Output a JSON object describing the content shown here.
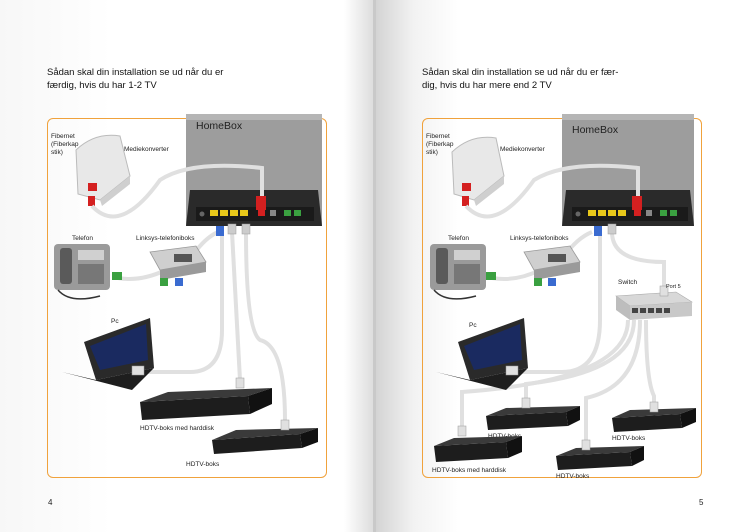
{
  "left_page": {
    "heading_line1": "Sådan skal din installation se ud når du er",
    "heading_line2": "færdig, hvis du har 1-2 TV",
    "page_number": "4",
    "labels": {
      "homebox": "HomeBox",
      "fibernet_1": "Fibernet",
      "fibernet_2": "(Fiberkap",
      "fibernet_3": "stik)",
      "mediekonverter": "Mediekonverter",
      "telefon": "Telefon",
      "linksys": "Linksys-telefoniboks",
      "pc": "Pc",
      "hdtv_harddisk": "HDTV-boks med harddisk",
      "hdtv": "HDTV-boks"
    }
  },
  "right_page": {
    "heading_line1": "Sådan skal din installation se ud når du er fær-",
    "heading_line2": "dig, hvis du har mere end 2 TV",
    "page_number": "5",
    "labels": {
      "homebox": "HomeBox",
      "fibernet_1": "Fibernet",
      "fibernet_2": "(Fiberkap",
      "fibernet_3": "stik)",
      "mediekonverter": "Mediekonverter",
      "telefon": "Telefon",
      "linksys": "Linksys-telefoniboks",
      "switch": "Switch",
      "port5": "Port 5",
      "pc": "Pc",
      "hdtv_1": "HDTV-boks",
      "hdtv_2": "HDTV-boks",
      "hdtv_3": "HDTV-boks",
      "hdtv_harddisk": "HDTV-boks med harddisk"
    }
  },
  "colors": {
    "frame": "#f0a23c",
    "homebox": "#9a9a9a",
    "red_port": "#d42020",
    "yellow_port": "#e8c81a",
    "green_port": "#3aa040",
    "blue_port": "#3a6bd0"
  }
}
